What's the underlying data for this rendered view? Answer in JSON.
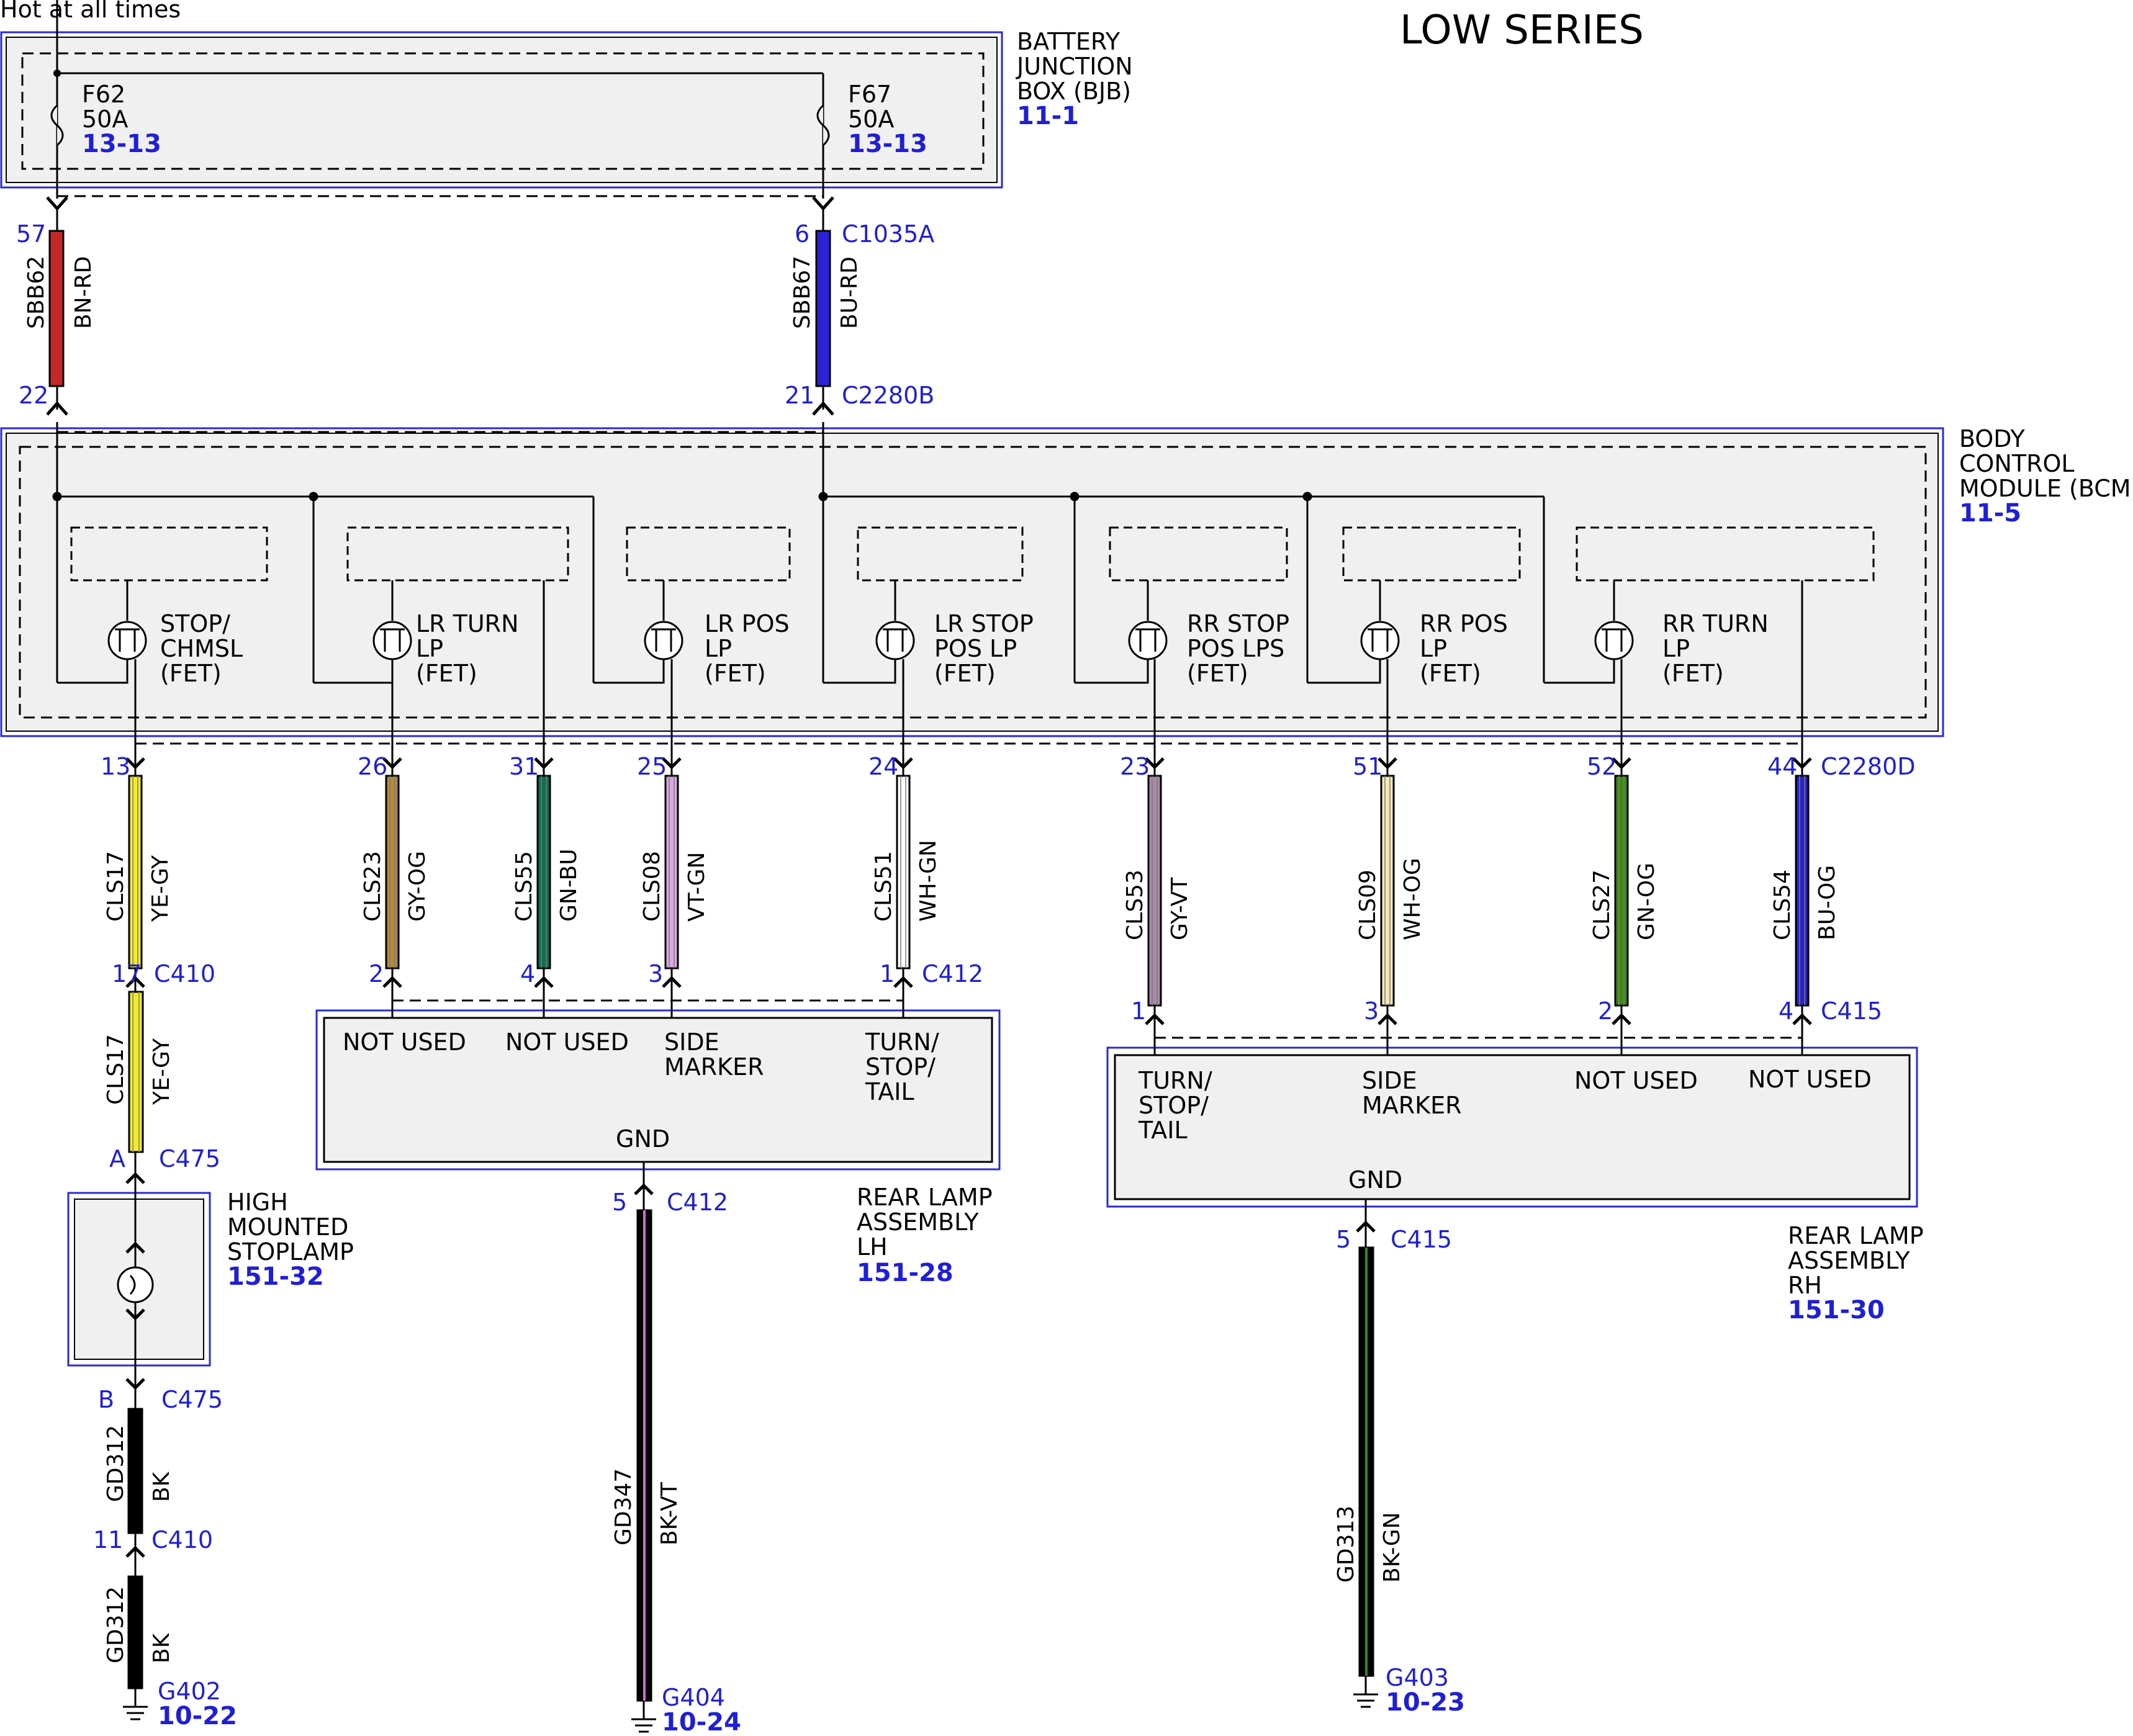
{
  "title": "LOW SERIES",
  "hot_label": "Hot at all times",
  "bjb": {
    "name": [
      "BATTERY",
      "JUNCTION",
      "BOX (BJB)"
    ],
    "ref": "11-1"
  },
  "bcm": {
    "name": [
      "BODY",
      "CONTROL",
      "MODULE (BCM)"
    ],
    "ref": "11-5"
  },
  "fuses": [
    {
      "id": "F62",
      "rating": "50A",
      "ref": "13-13"
    },
    {
      "id": "F67",
      "rating": "50A",
      "ref": "13-13"
    }
  ],
  "feed_wires": [
    {
      "circuit": "SBB62",
      "color_code": "BN-RD",
      "top_pin": "57",
      "bottom_pin": "22",
      "top_conn": "",
      "bottom_conn": "",
      "fill": "#c62828"
    },
    {
      "circuit": "SBB67",
      "color_code": "BU-RD",
      "top_pin": "6",
      "bottom_pin": "21",
      "top_conn": "C1035A",
      "bottom_conn": "C2280B",
      "fill": "#2a22d8"
    }
  ],
  "fets": [
    {
      "label": [
        "STOP/",
        "CHMSL",
        "(FET)"
      ]
    },
    {
      "label": [
        "LR TURN",
        "LP",
        "(FET)"
      ]
    },
    {
      "label": [
        "LR POS",
        "LP",
        "(FET)"
      ]
    },
    {
      "label": [
        "LR STOP",
        "POS LP",
        "(FET)"
      ]
    },
    {
      "label": [
        "RR STOP",
        "POS LPS",
        "(FET)"
      ]
    },
    {
      "label": [
        "RR POS",
        "LP",
        "(FET)"
      ]
    },
    {
      "label": [
        "RR TURN",
        "LP",
        "(FET)"
      ]
    }
  ],
  "output_wires": [
    {
      "pin": "13",
      "conn": "",
      "circuit": "CLS17",
      "color_code": "YE-GY",
      "end_pin": "17",
      "end_conn": "C410",
      "fill": "#f2ea2e"
    },
    {
      "pin": "26",
      "conn": "",
      "circuit": "CLS23",
      "color_code": "GY-OG",
      "end_pin": "2",
      "end_conn": "",
      "fill": "#b58a3c"
    },
    {
      "pin": "31",
      "conn": "",
      "circuit": "CLS55",
      "color_code": "GN-BU",
      "end_pin": "4",
      "end_conn": "",
      "fill": "#0f6e52"
    },
    {
      "pin": "25",
      "conn": "",
      "circuit": "CLS08",
      "color_code": "VT-GN",
      "end_pin": "3",
      "end_conn": "",
      "fill": "#d9a8e0"
    },
    {
      "pin": "24",
      "conn": "",
      "circuit": "CLS51",
      "color_code": "WH-GN",
      "end_pin": "1",
      "end_conn": "C412",
      "fill": "#ffffff"
    },
    {
      "pin": "23",
      "conn": "",
      "circuit": "CLS53",
      "color_code": "GY-VT",
      "end_pin": "1",
      "end_conn": "",
      "fill": "#a98aa8"
    },
    {
      "pin": "51",
      "conn": "",
      "circuit": "CLS09",
      "color_code": "WH-OG",
      "end_pin": "3",
      "end_conn": "",
      "fill": "#f4e9b8"
    },
    {
      "pin": "52",
      "conn": "",
      "circuit": "CLS27",
      "color_code": "GN-OG",
      "end_pin": "2",
      "end_conn": "",
      "fill": "#3e8a14"
    },
    {
      "pin": "44",
      "conn": "C2280D",
      "circuit": "CLS54",
      "color_code": "BU-OG",
      "end_pin": "4",
      "end_conn": "C415",
      "fill": "#2a22c8"
    }
  ],
  "chmsl_lower_wire": {
    "circuit": "CLS17",
    "color_code": "YE-GY",
    "end_pin": "A",
    "end_conn": "C475"
  },
  "chmsl": {
    "name": [
      "HIGH",
      "MOUNTED",
      "STOPLAMP"
    ],
    "ref": "151-32",
    "ground_pin": "B",
    "ground_conn": "C475"
  },
  "chmsl_ground": [
    {
      "circuit": "GD312",
      "color_code": "BK",
      "end_pin": "11",
      "end_conn": "C410"
    },
    {
      "circuit": "GD312",
      "color_code": "BK",
      "ground": "G402",
      "ref": "10-22"
    }
  ],
  "lh_lamp": {
    "name": [
      "REAR LAMP",
      "ASSEMBLY",
      "LH"
    ],
    "ref": "151-28",
    "inputs": [
      [
        "NOT USED"
      ],
      [
        "NOT USED"
      ],
      [
        "SIDE",
        "MARKER"
      ],
      [
        "TURN/",
        "STOP/",
        "TAIL"
      ]
    ],
    "gnd": "GND",
    "gnd_pin": "5",
    "gnd_conn": "C412",
    "gnd_wire": {
      "circuit": "GD347",
      "color_code": "BK-VT",
      "ground": "G404",
      "ref": "10-24"
    }
  },
  "rh_lamp": {
    "name": [
      "REAR LAMP",
      "ASSEMBLY",
      "RH"
    ],
    "ref": "151-30",
    "inputs": [
      [
        "TURN/",
        "STOP/",
        "TAIL"
      ],
      [
        "SIDE",
        "MARKER"
      ],
      [
        "NOT USED"
      ],
      [
        "NOT USED"
      ]
    ],
    "gnd": "GND",
    "gnd_pin": "5",
    "gnd_conn": "C415",
    "gnd_wire": {
      "circuit": "GD313",
      "color_code": "BK-GN",
      "ground": "G403",
      "ref": "10-23"
    }
  }
}
